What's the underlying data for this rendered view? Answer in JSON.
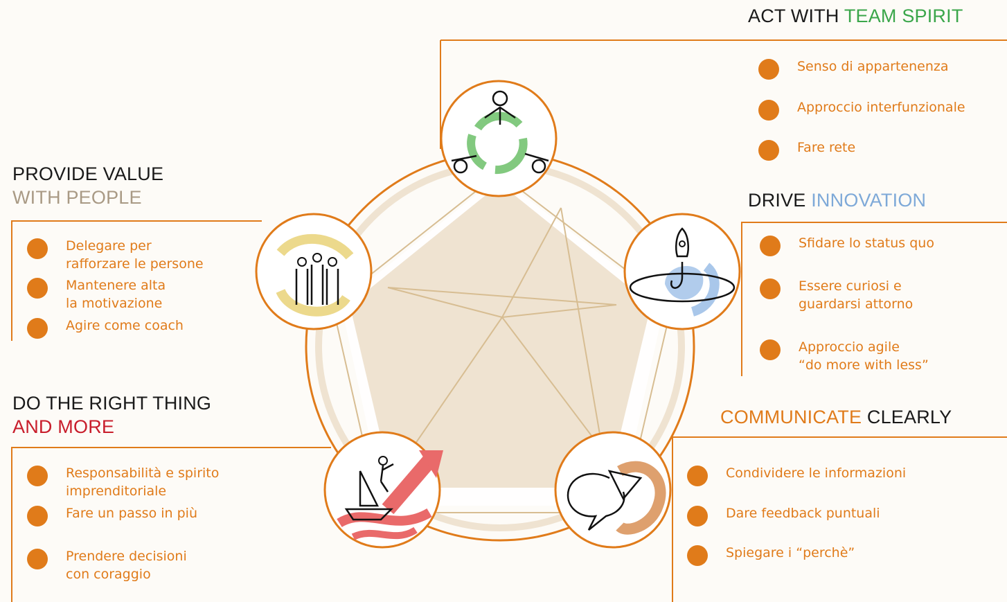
{
  "colors": {
    "orange": "#e07b1a",
    "beige": "#efe3d1",
    "spoke": "#d7bd92",
    "teal_green": "#3aa64a",
    "blue": "#7ea9d8",
    "tan": "#a99a85",
    "red": "#c81d2b",
    "icon_green": "#82c97f",
    "icon_blue": "#a9c7ea",
    "icon_yellow": "#ecd98c",
    "icon_red": "#e96a6a",
    "icon_peach": "#dea06e"
  },
  "sections": {
    "team_spirit": {
      "title_a": "ACT WITH ",
      "title_b": "TEAM SPIRIT",
      "icon": "people-circle-recycle-icon",
      "items": [
        {
          "line1": "Senso di appartenenza",
          "line2": ""
        },
        {
          "line1": "Approccio interfunzionale",
          "line2": ""
        },
        {
          "line1": "Fare rete",
          "line2": ""
        }
      ]
    },
    "innovation": {
      "title_a": "DRIVE ",
      "title_b": "INNOVATION",
      "icon": "rocket-swirl-icon",
      "items": [
        {
          "line1": "Sfidare lo status quo",
          "line2": ""
        },
        {
          "line1": "Essere curiosi e",
          "line2": "guardarsi attorno"
        },
        {
          "line1": "Approccio agile",
          "line2": "“do more with less”"
        }
      ]
    },
    "communicate": {
      "title_a": "COMMUNICATE",
      "title_b": " CLEARLY",
      "icon": "speech-bubbles-plane-icon",
      "items": [
        {
          "line1": "Condividere le informazioni",
          "line2": ""
        },
        {
          "line1": "Dare feedback puntuali",
          "line2": ""
        },
        {
          "line1": "Spiegare i “perchè”",
          "line2": ""
        }
      ]
    },
    "right_thing": {
      "title_a": "DO THE RIGHT THING",
      "title_b": "AND MORE",
      "icon": "sailboat-arrow-icon",
      "items": [
        {
          "line1": "Responsabilità e spirito",
          "line2": "imprenditoriale"
        },
        {
          "line1": "Fare un passo in più",
          "line2": ""
        },
        {
          "line1": "Prendere decisioni",
          "line2": "con coraggio"
        }
      ]
    },
    "value_people": {
      "title_a": "PROVIDE VALUE",
      "title_b": "WITH PEOPLE",
      "icon": "team-swirl-icon",
      "items": [
        {
          "line1": "Delegare per",
          "line2": "rafforzare le persone"
        },
        {
          "line1": "Mantenere alta",
          "line2": "la motivazione"
        },
        {
          "line1": "Agire come coach",
          "line2": ""
        }
      ]
    }
  }
}
